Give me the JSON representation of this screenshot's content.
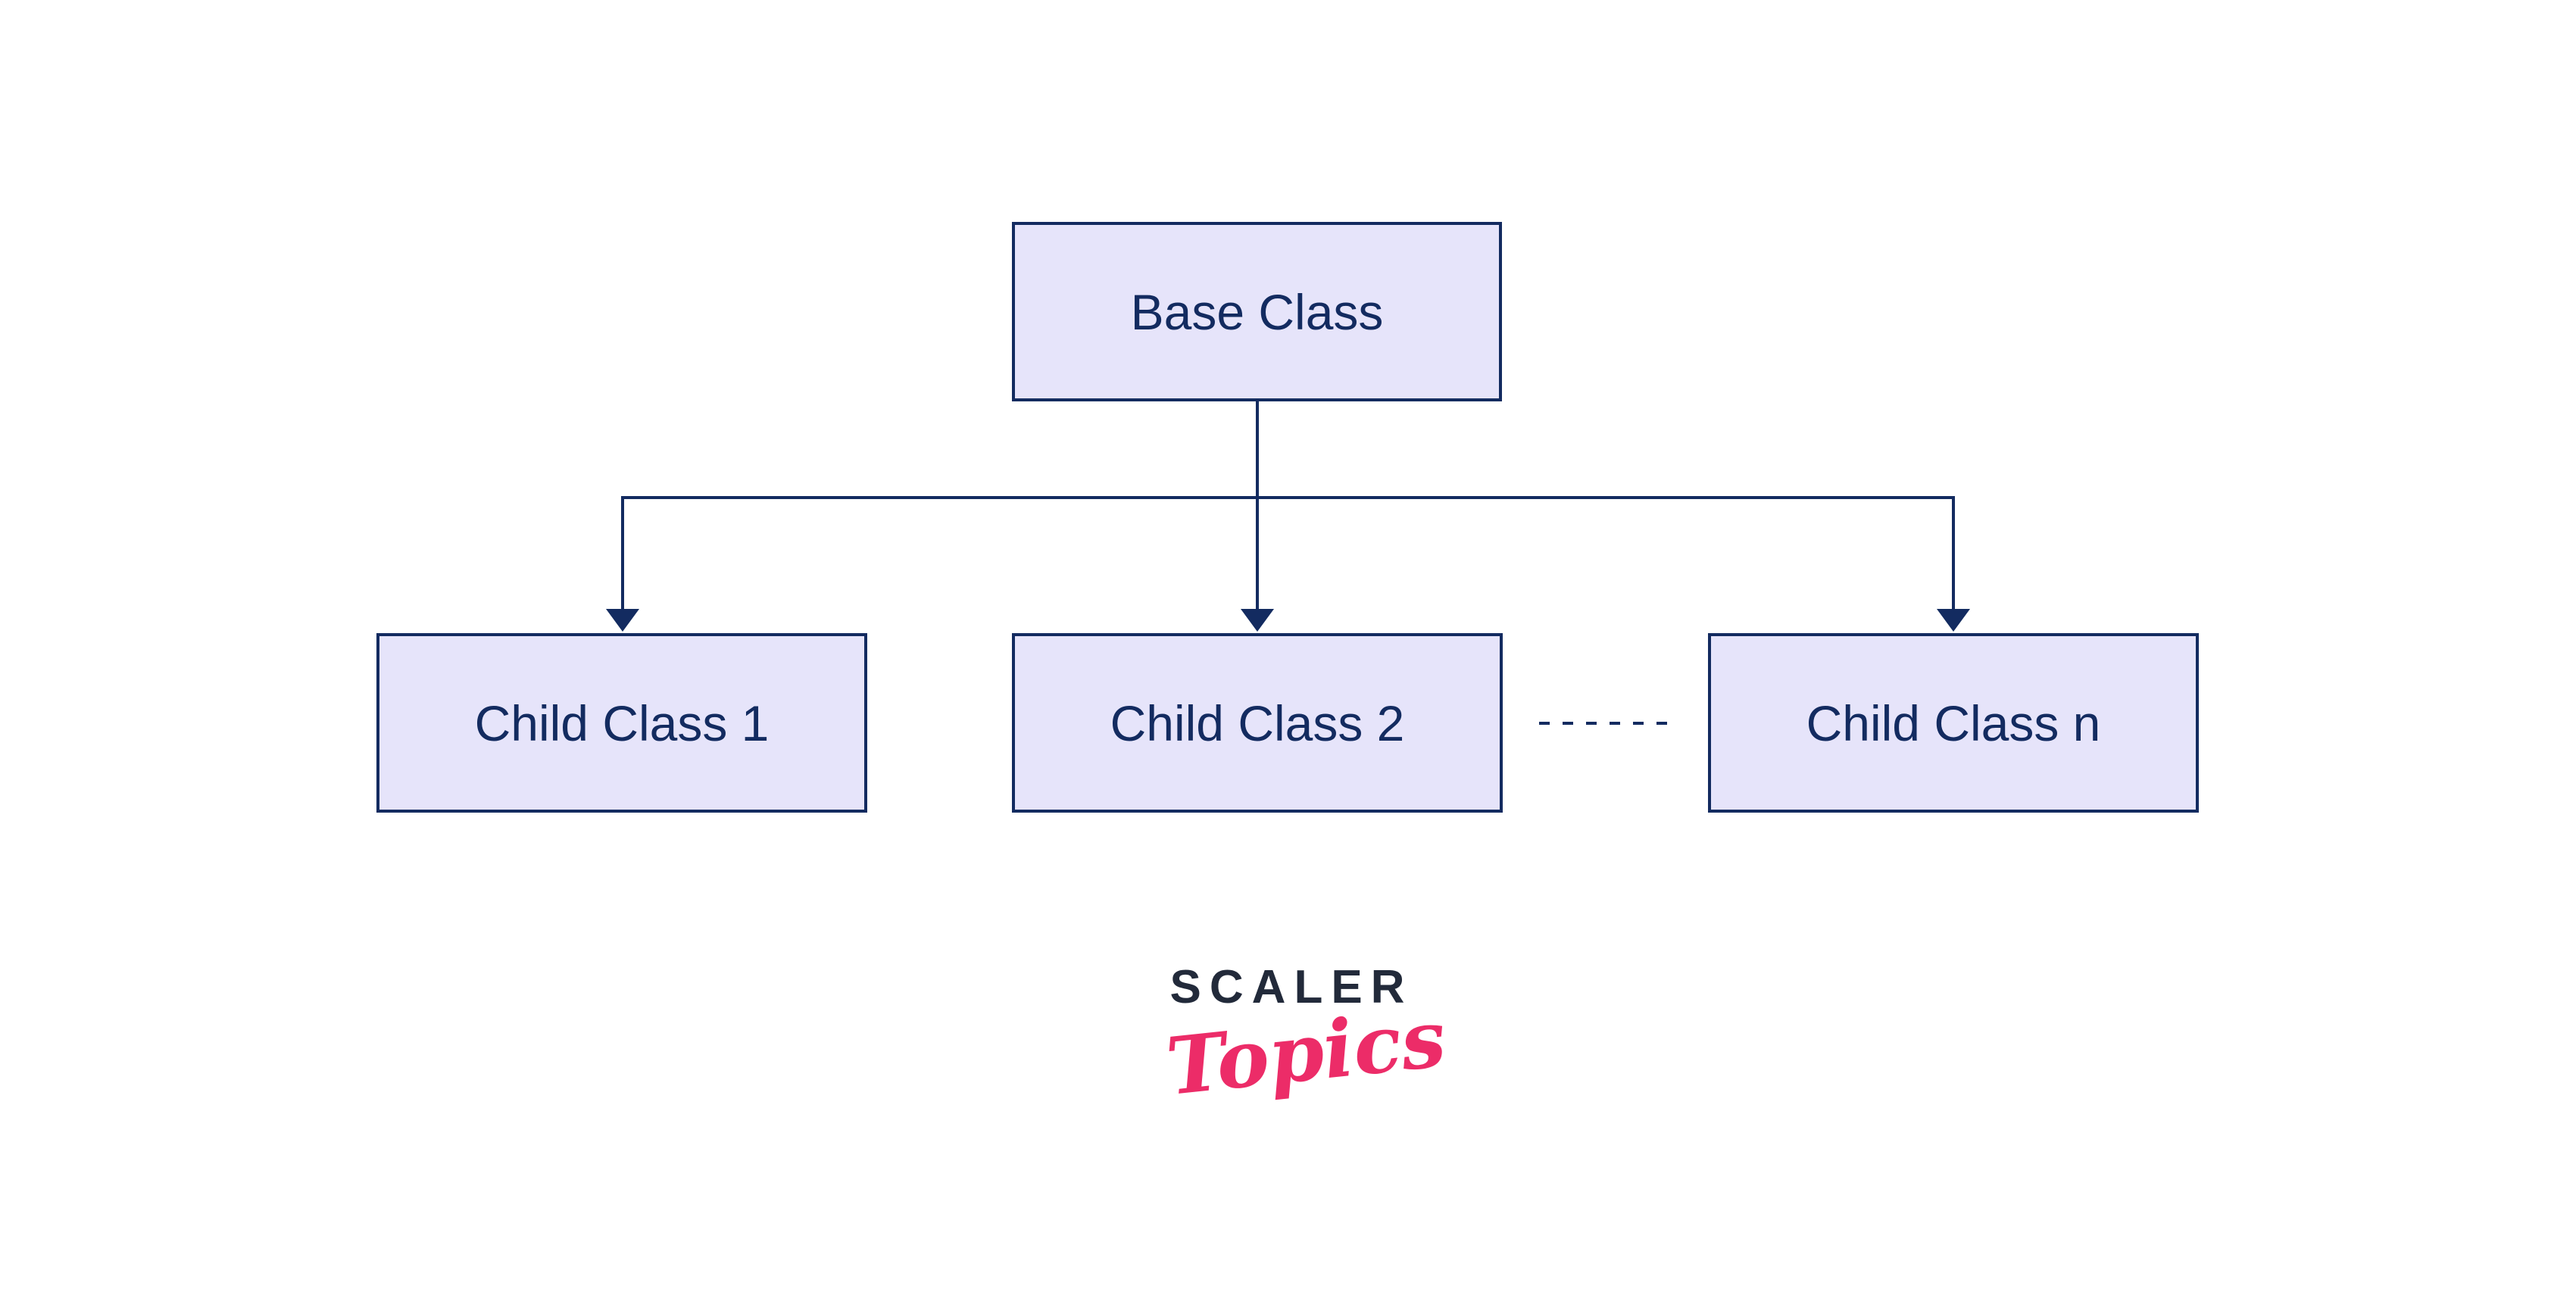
{
  "diagram": {
    "boxes": [
      {
        "id": "base",
        "label": "Base Class"
      },
      {
        "id": "child-1",
        "label": "Child Class 1"
      },
      {
        "id": "child-2",
        "label": "Child Class 2"
      },
      {
        "id": "child-n",
        "label": "Child Class n"
      }
    ],
    "colors": {
      "box_fill": "#e6e4fa",
      "box_border": "#132b60",
      "line": "#132b60",
      "text": "#132b60"
    }
  },
  "logo": {
    "brand": "SCALER",
    "sub": "Topics",
    "brand_color": "#222a3a",
    "accent_color": "#ec2c68"
  }
}
